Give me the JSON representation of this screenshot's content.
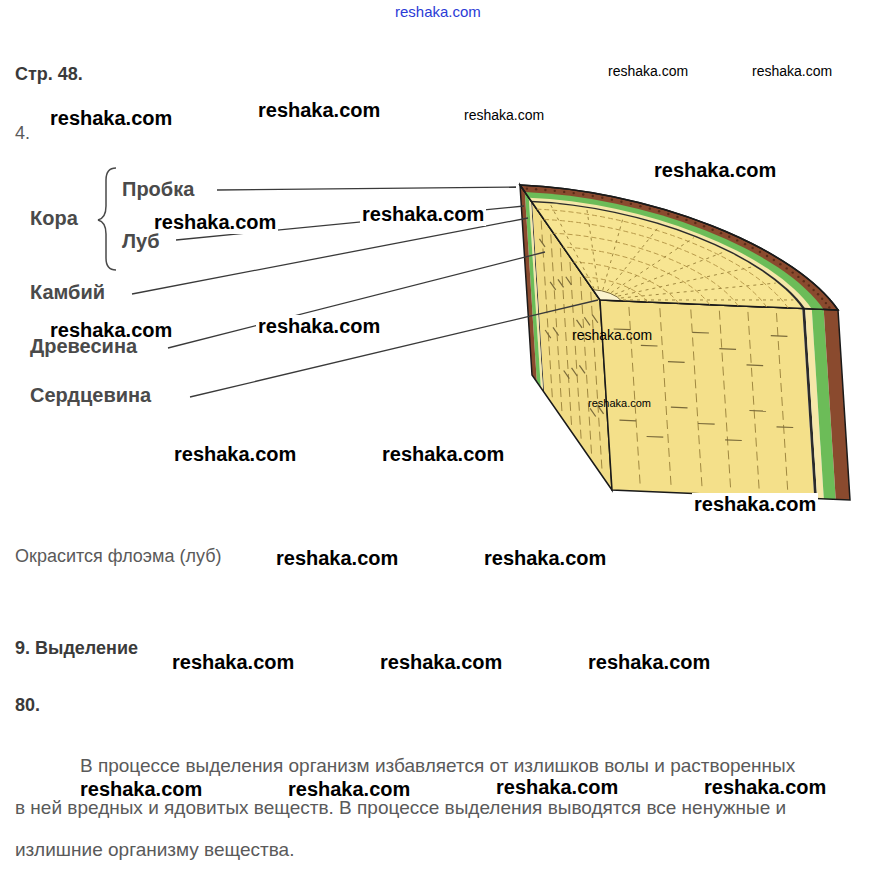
{
  "diagram": {
    "labels": [
      "reshaka.com",
      "Стр. 48.",
      "reshaka.com",
      "reshaka.com",
      "reshaka.com",
      "reshaka.com",
      "reshaka.com",
      "4.",
      "reshaka.com",
      "Пробка",
      "Кора",
      "reshaka.com",
      "reshaka.com",
      "Луб",
      "Камбий",
      "reshaka.com",
      "reshaka.com",
      "reshaka.com",
      "Древесина",
      "Сердцевина",
      "reshaka.com",
      "reshaka.com",
      "reshaka.com",
      "reshaka.com",
      "Окрасится флоэма (луб)",
      "reshaka.com",
      "reshaka.com",
      "9. Выделение",
      "reshaka.com",
      "reshaka.com",
      "reshaka.com",
      "80.",
      "В процессе выделения организм избавляется от излишков волы и растворенных в ней вредных и ядовитых веществ. В процессе выделения выводятся все ненужные и излишние организму вещества.",
      "reshaka.com",
      "reshaka.com",
      "reshaka.com",
      "reshaka.com"
    ]
  }
}
